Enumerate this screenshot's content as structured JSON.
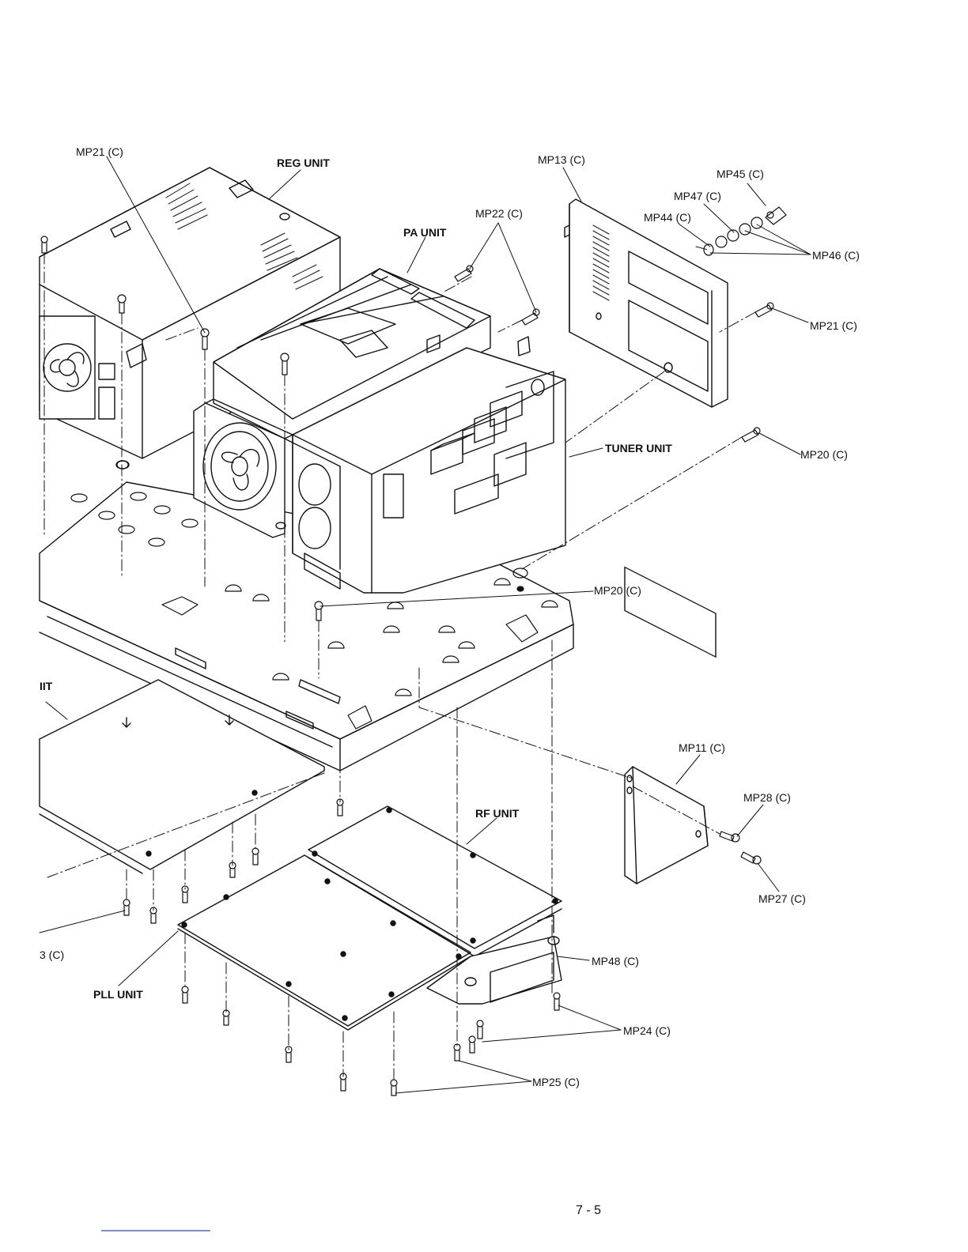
{
  "diagram": {
    "unit_labels": {
      "reg": "REG UNIT",
      "pa": "PA UNIT",
      "tuner": "TUNER UNIT",
      "rf": "RF UNIT",
      "pll": "PLL UNIT",
      "cut": "IIT"
    },
    "part_labels": {
      "mp21_a": "MP21 (C)",
      "mp13": "MP13 (C)",
      "mp45": "MP45 (C)",
      "mp47": "MP47 (C)",
      "mp22": "MP22 (C)",
      "mp44": "MP44 (C)",
      "mp46": "MP46 (C)",
      "mp21_b": "MP21 (C)",
      "mp20_a": "MP20 (C)",
      "mp20_b": "MP20 (C)",
      "mp11": "MP11 (C)",
      "mp28": "MP28 (C)",
      "mp27": "MP27 (C)",
      "mp48": "MP48 (C)",
      "mp24": "MP24 (C)",
      "mp25": "MP25 (C)",
      "cut3": "3 (C)"
    },
    "page_number": "7 - 5"
  }
}
